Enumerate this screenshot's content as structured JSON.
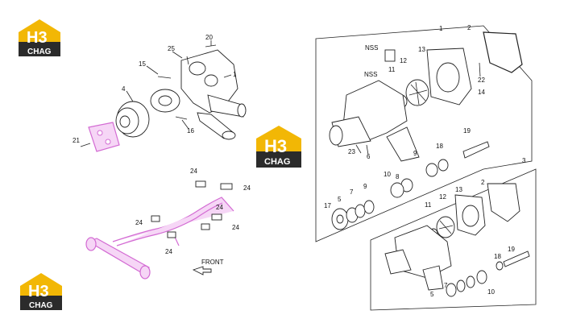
{
  "logo": {
    "mark": "H3",
    "word": "CHAG",
    "colors": {
      "gold": "#f2b705",
      "dark": "#2b2b2b",
      "white": "#ffffff"
    }
  },
  "labels": {
    "left_group": [
      "20",
      "25",
      "15",
      "1",
      "4",
      "16",
      "21"
    ],
    "tubes_group": [
      "24",
      "24",
      "24",
      "24",
      "24",
      "24"
    ],
    "front": "FRONT",
    "right_upper": [
      "1",
      "2",
      "NSS",
      "13",
      "12",
      "NSS",
      "11",
      "22",
      "14",
      "19",
      "18",
      "9",
      "23",
      "6",
      "8",
      "10"
    ],
    "right_lower": [
      "3",
      "17",
      "5",
      "7",
      "9",
      "2",
      "13",
      "12",
      "11",
      "19",
      "18",
      "7",
      "5",
      "10"
    ]
  }
}
